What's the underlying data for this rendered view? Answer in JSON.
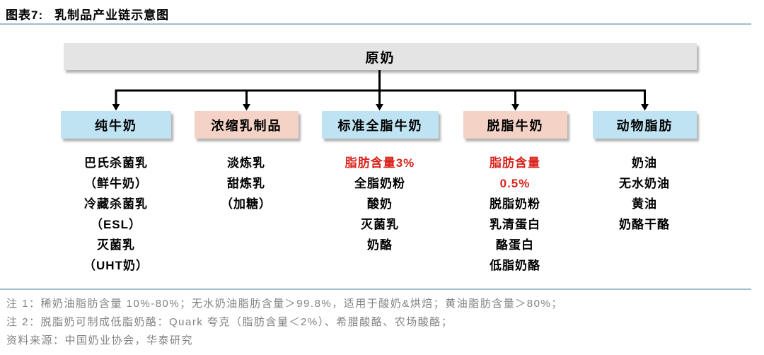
{
  "figure": {
    "label": "图表7:",
    "title": "乳制品产业链示意图"
  },
  "root": {
    "label": "原奶"
  },
  "columns": [
    {
      "label": "纯牛奶",
      "tone": "blue",
      "items": [
        "巴氏杀菌乳",
        "（鲜牛奶）",
        "冷藏杀菌乳",
        "（ESL）",
        "灭菌乳",
        "（UHT奶）"
      ]
    },
    {
      "label": "浓缩乳制品",
      "tone": "pink",
      "items": [
        "淡炼乳",
        "甜炼乳",
        "（加糖）"
      ]
    },
    {
      "label": "标准全脂牛奶",
      "tone": "blue",
      "items": [
        "脂肪含量3%",
        "全脂奶粉",
        "酸奶",
        "灭菌乳",
        "奶酪"
      ],
      "red_item_indexes": [
        0
      ]
    },
    {
      "label": "脱脂牛奶",
      "tone": "pink",
      "items": [
        "脂肪含量",
        "0.5%",
        "脱脂奶粉",
        "乳清蛋白",
        "酪蛋白",
        "低脂奶酪"
      ],
      "red_item_indexes": [
        0,
        1
      ]
    },
    {
      "label": "动物脂肪",
      "tone": "blue",
      "items": [
        "奶油",
        "无水奶油",
        "黄油",
        "奶酪干酪"
      ]
    }
  ],
  "notes": {
    "note1": "注 1：稀奶油脂肪含量 10%-80%；无水奶油脂肪含量＞99.8%，适用于酸奶&烘焙；黄油脂肪含量＞80%；",
    "note2": "注 2：脱脂奶可制成低脂奶酪：Quark 夸克（脂肪含量＜2%）、希腊酸酪、农场酸酪；",
    "source": "资料来源：中国奶业协会，华泰研究"
  },
  "colors": {
    "box_blue": "#bfe3f2",
    "box_pink": "#f4d2c6",
    "box_gray": "#e4e4e4",
    "red_text": "#d9231b",
    "note_gray": "#828282",
    "divider_blue": "#a3bccd",
    "arrow_black": "#000000"
  }
}
